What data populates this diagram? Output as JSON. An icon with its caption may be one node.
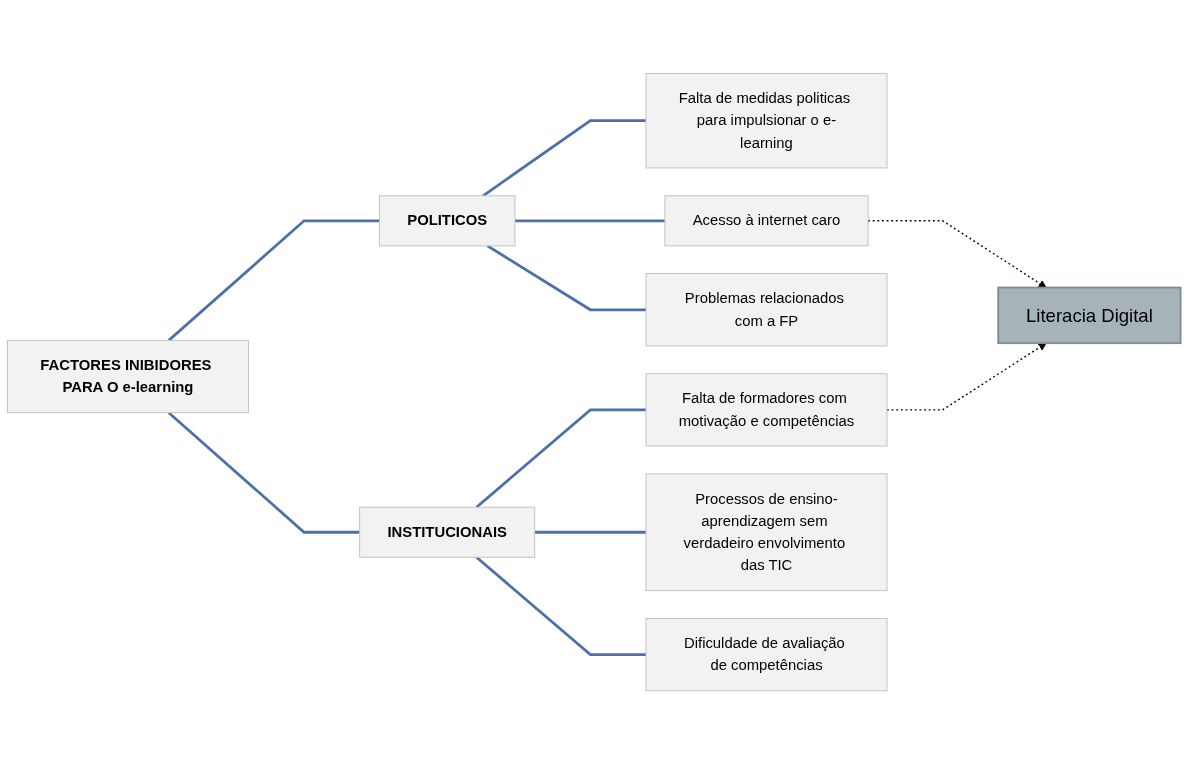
{
  "diagram": {
    "nodes": [
      {
        "text": [
          "FACTORES INIBIDORES PARA O e-learning"
        ]
      },
      {
        "text": [
          "POLITICOS"
        ]
      },
      {
        "text": [
          "INSTITUCIONAIS"
        ]
      },
      {
        "text": [
          "Falta de medidas politicas para impulsionar o e-learning"
        ]
      },
      {
        "text": [
          "Acesso à internet caro"
        ]
      },
      {
        "text": [
          "Problemas relacionados com a FP"
        ]
      },
      {
        "text": [
          "Falta de formadores com motivação e competências"
        ]
      },
      {
        "text": [
          "Processos de ensino-aprendizagem sem verdadeiro envolvimento das TIC"
        ]
      },
      {
        "text": [
          "Dificuldade de avaliação de competências"
        ]
      },
      {
        "text": [
          "Literacia Digital"
        ]
      }
    ],
    "edges": [
      {
        "from": 0,
        "to": 1,
        "arrow": "none"
      },
      {
        "from": 0,
        "to": 2,
        "arrow": "none"
      },
      {
        "from": 1,
        "to": 3,
        "arrow": "none"
      },
      {
        "from": 1,
        "to": 4,
        "arrow": "none"
      },
      {
        "from": 1,
        "to": 5,
        "arrow": "none"
      },
      {
        "from": 2,
        "to": 6,
        "arrow": "none"
      },
      {
        "from": 2,
        "to": 7,
        "arrow": "none"
      },
      {
        "from": 2,
        "to": 8,
        "arrow": "none"
      },
      {
        "from": 4,
        "to": 9,
        "arrow": "to",
        "style": "dashed",
        "color": "#000000"
      },
      {
        "from": 6,
        "to": 9,
        "arrow": "to",
        "style": "dashed",
        "color": "#000000"
      }
    ]
  }
}
